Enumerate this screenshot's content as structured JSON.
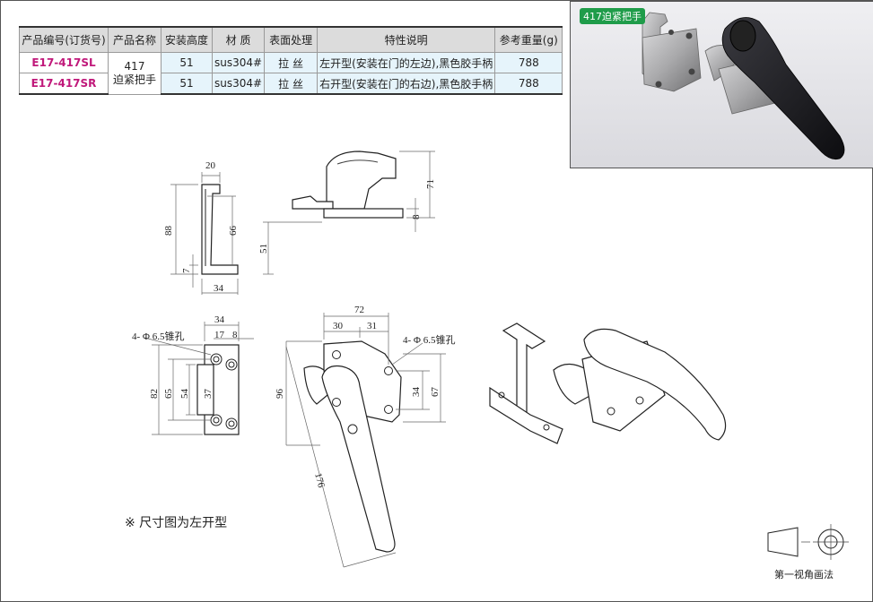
{
  "table": {
    "headers": [
      "产品编号(订货号)",
      "产品名称",
      "安装高度",
      "材 质",
      "表面处理",
      "特性说明",
      "参考重量(g)"
    ],
    "product_name_line1": "417",
    "product_name_line2": "迫紧把手",
    "rows": [
      {
        "code": "E17-417SL",
        "height": "51",
        "material": "sus304#",
        "finish": "拉 丝",
        "desc": "左开型(安装在门的左边),黑色胶手柄",
        "weight": "788"
      },
      {
        "code": "E17-417SR",
        "height": "51",
        "material": "sus304#",
        "finish": "拉 丝",
        "desc": "右开型(安装在门的右边),黑色胶手柄",
        "weight": "788"
      }
    ]
  },
  "photo": {
    "badge": "417迫紧把手"
  },
  "dimensions": {
    "d20": "20",
    "d88": "88",
    "d66": "66",
    "d7": "7",
    "d34a": "34",
    "d71": "71",
    "d8a": "8",
    "d51": "51",
    "d34b": "34",
    "hole_left": "4- Φ 6.5锥孔",
    "d17": "17",
    "d8b": "8",
    "d82": "82",
    "d65": "65",
    "d54": "54",
    "d37": "37",
    "d72": "72",
    "d30": "30",
    "d31": "31",
    "hole_right": "4- Φ 6.5锥孔",
    "d96": "96",
    "d34c": "34",
    "d67": "67",
    "d176": "176"
  },
  "note": "※ 尺寸图为左开型",
  "projection_label": "第一视角画法"
}
